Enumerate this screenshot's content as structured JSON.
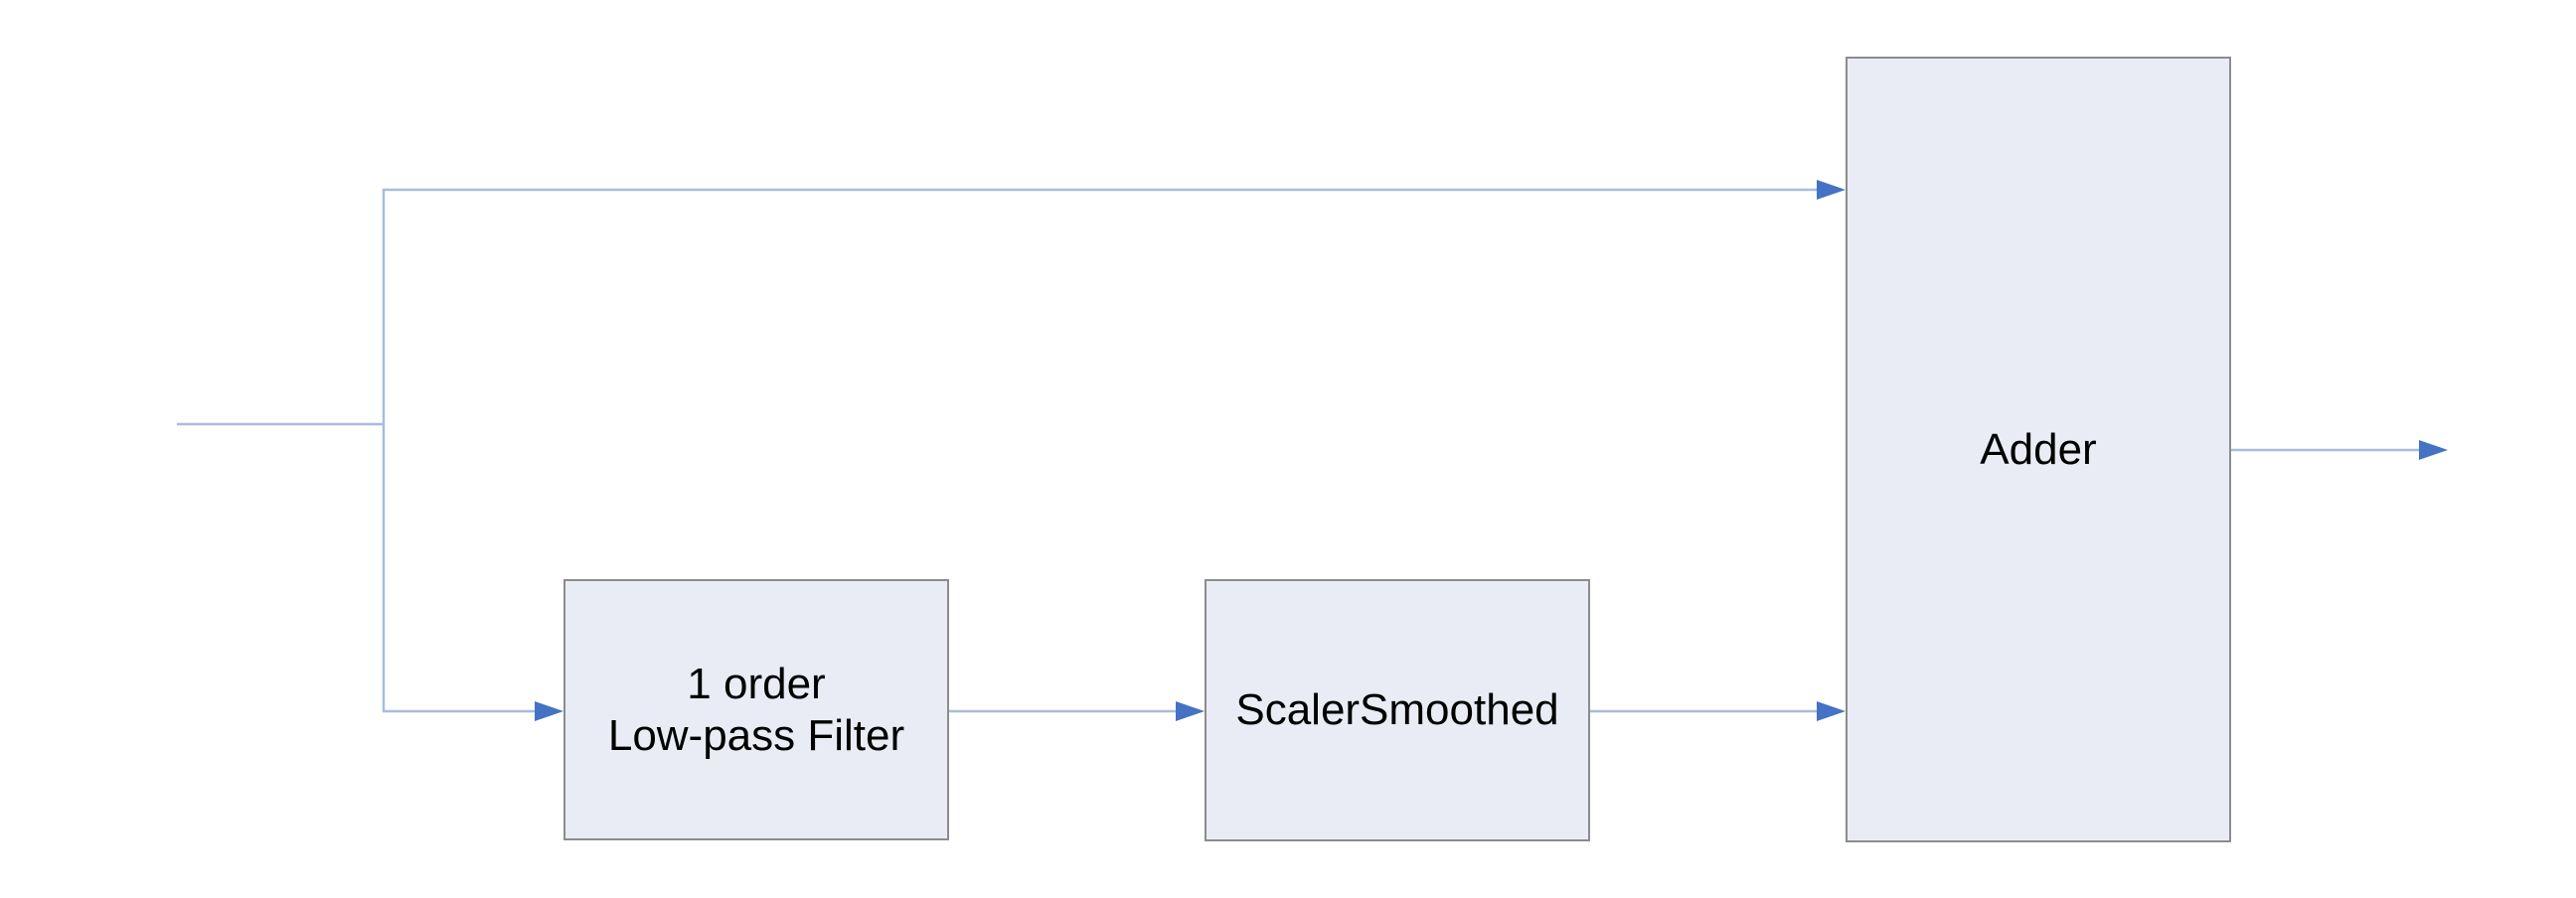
{
  "diagram": {
    "type": "block-diagram",
    "background_color": "#ffffff",
    "colors": {
      "node_fill": "#e9ecf5",
      "node_border": "#8c8c8c",
      "connector_line": "#a8bcdf",
      "arrowhead_fill": "#4472c4",
      "label_text": "#000000"
    },
    "nodes": {
      "lowpass": {
        "label_line1": "1 order",
        "label_line2": "Low-pass Filter"
      },
      "scaler": {
        "label": "ScalerSmoothed"
      },
      "adder": {
        "label": "Adder"
      }
    },
    "edges": [
      {
        "from": "input",
        "to": "branch-point",
        "arrow": false
      },
      {
        "from": "branch-point",
        "to": "adder",
        "route": "top",
        "arrow": true
      },
      {
        "from": "branch-point",
        "to": "lowpass",
        "route": "bottom",
        "arrow": true
      },
      {
        "from": "lowpass",
        "to": "scaler",
        "arrow": true
      },
      {
        "from": "scaler",
        "to": "adder",
        "arrow": true
      },
      {
        "from": "adder",
        "to": "output",
        "arrow": true
      }
    ]
  }
}
